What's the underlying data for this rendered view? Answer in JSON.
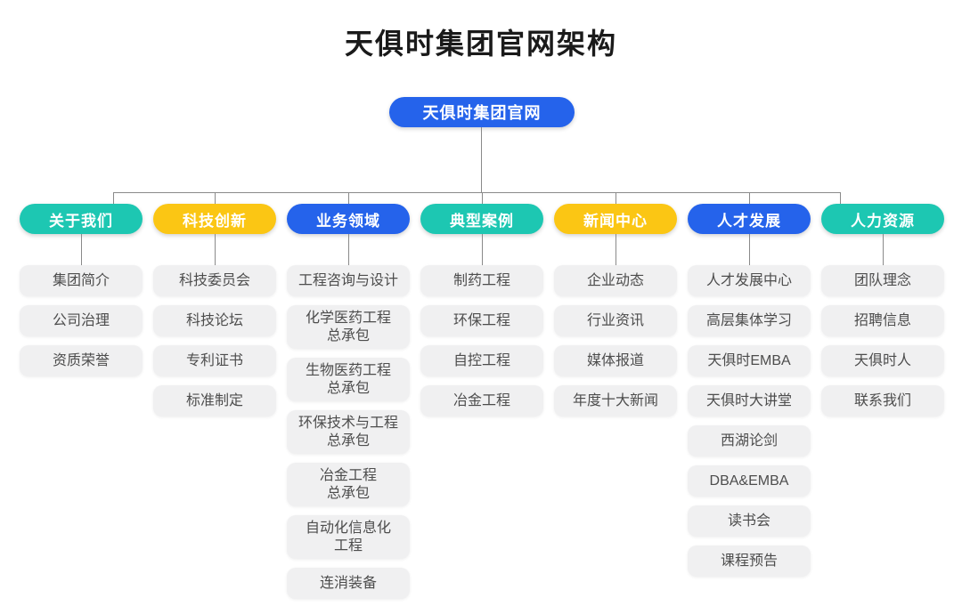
{
  "title": "天俱时集团官网架构",
  "root": {
    "label": "天俱时集团官网",
    "color_key": "blue"
  },
  "colors": {
    "blue": "#2563eb",
    "teal": "#1dc7b2",
    "yellow": "#fbc614",
    "item_bg": "#f0f0f1",
    "item_text": "#4d4d4d",
    "line": "#8a8a8a",
    "title_text": "#1a1a1a"
  },
  "branches": [
    {
      "label": "关于我们",
      "color_key": "teal",
      "items": [
        "集团简介",
        "公司治理",
        "资质荣誉"
      ]
    },
    {
      "label": "科技创新",
      "color_key": "yellow",
      "items": [
        "科技委员会",
        "科技论坛",
        "专利证书",
        "标准制定"
      ]
    },
    {
      "label": "业务领域",
      "color_key": "blue",
      "items": [
        "工程咨询与设计",
        "化学医药工程\n总承包",
        "生物医药工程\n总承包",
        "环保技术与工程\n总承包",
        "冶金工程\n总承包",
        "自动化信息化\n工程",
        "连消装备"
      ]
    },
    {
      "label": "典型案例",
      "color_key": "teal",
      "items": [
        "制药工程",
        "环保工程",
        "自控工程",
        "冶金工程"
      ]
    },
    {
      "label": "新闻中心",
      "color_key": "yellow",
      "items": [
        "企业动态",
        "行业资讯",
        "媒体报道",
        "年度十大新闻"
      ]
    },
    {
      "label": "人才发展",
      "color_key": "blue",
      "items": [
        "人才发展中心",
        "高层集体学习",
        "天俱时EMBA",
        "天俱时大讲堂",
        "西湖论剑",
        "DBA&EMBA",
        "读书会",
        "课程预告"
      ]
    },
    {
      "label": "人力资源",
      "color_key": "teal",
      "items": [
        "团队理念",
        "招聘信息",
        "天俱时人",
        "联系我们"
      ]
    }
  ]
}
